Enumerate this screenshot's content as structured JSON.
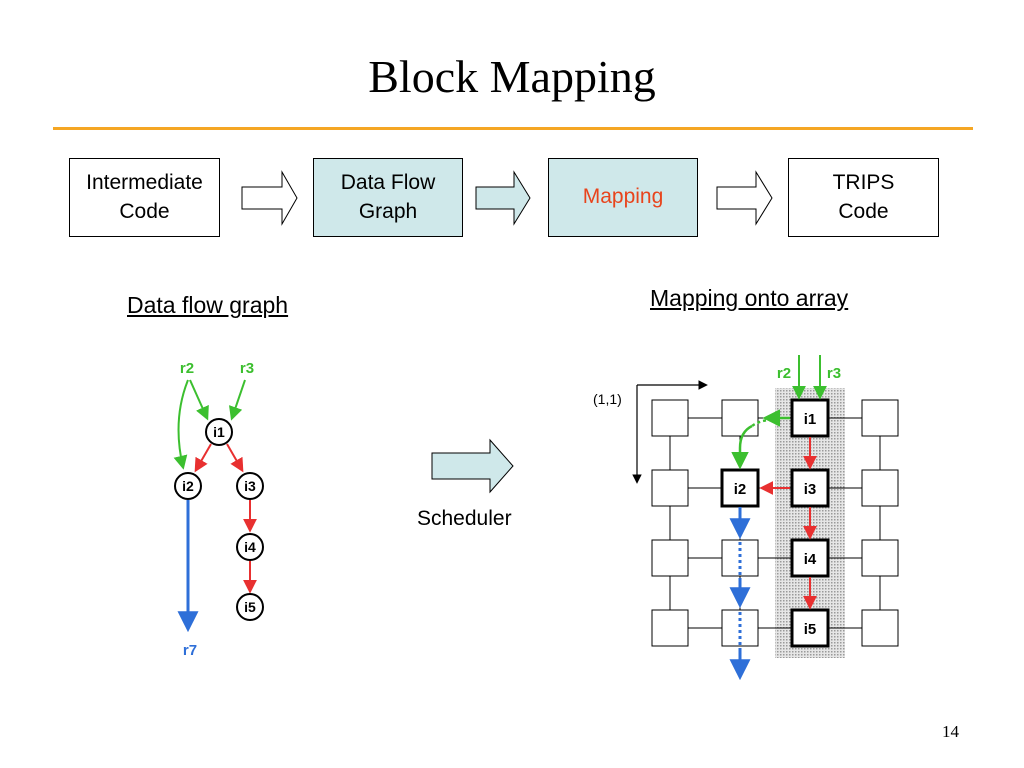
{
  "title": "Block Mapping",
  "colors": {
    "rule": "#f5a623",
    "box_fill": "#cfe8ea",
    "mapping_text": "#e8441c",
    "green": "#3cbf2f",
    "red": "#e83030",
    "blue": "#2e6fd8",
    "shade": "#c8c8c8"
  },
  "pipeline": {
    "intermediate": "Intermediate\nCode",
    "dfg": "Data Flow\nGraph",
    "mapping": "Mapping",
    "trips": "TRIPS\nCode"
  },
  "left": {
    "heading": "Data flow graph",
    "nodes": {
      "i1": "i1",
      "i2": "i2",
      "i3": "i3",
      "i4": "i4",
      "i5": "i5"
    },
    "registers": {
      "r2": "r2",
      "r3": "r3",
      "r7": "r7"
    }
  },
  "center": {
    "scheduler": "Scheduler"
  },
  "right": {
    "heading": "Mapping onto array",
    "origin": "(1,1)",
    "registers": {
      "r2": "r2",
      "r3": "r3"
    },
    "tiles": {
      "i1": "i1",
      "i2": "i2",
      "i3": "i3",
      "i4": "i4",
      "i5": "i5"
    }
  },
  "page_number": "14"
}
